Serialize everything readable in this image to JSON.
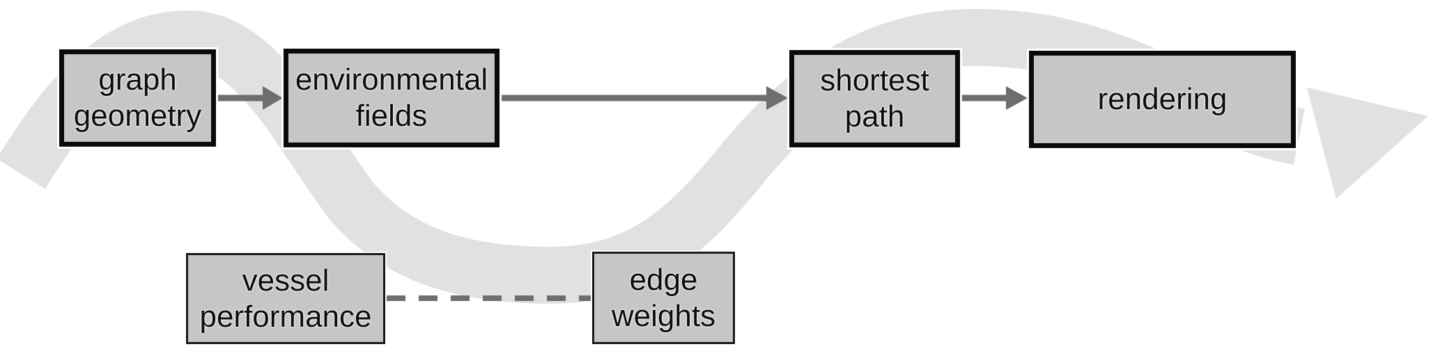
{
  "diagram": {
    "type": "flowchart",
    "nodes": [
      {
        "id": "graph-geometry",
        "label": "graph\ngeometry",
        "row": "main"
      },
      {
        "id": "environmental-fields",
        "label": "environmental\nfields",
        "row": "main"
      },
      {
        "id": "shortest-path",
        "label": "shortest\npath",
        "row": "main"
      },
      {
        "id": "rendering",
        "label": "rendering",
        "row": "main"
      },
      {
        "id": "vessel-performance",
        "label": "vessel\nperformance",
        "row": "secondary"
      },
      {
        "id": "edge-weights",
        "label": "edge\nweights",
        "row": "secondary"
      }
    ],
    "edges": [
      {
        "from": "graph-geometry",
        "to": "environmental-fields",
        "style": "solid-arrow"
      },
      {
        "from": "environmental-fields",
        "to": "shortest-path",
        "style": "solid-arrow"
      },
      {
        "from": "shortest-path",
        "to": "rendering",
        "style": "solid-arrow"
      },
      {
        "from": "vessel-performance",
        "to": "edge-weights",
        "style": "dashed-line"
      }
    ],
    "background_flow": {
      "shape": "wavy-ribbon-arrow",
      "direction": "left-to-right",
      "description": "large light gray sine-wave ribbon ending in an arrowhead at right"
    },
    "colors": {
      "node_fill": "#c6c6c6",
      "main_node_border": "#0a0a0a",
      "secondary_node_border": "#1a1a1a",
      "connector": "#6e6e6e",
      "flow_ribbon": "#e1e1e1",
      "text": "#0d0d0d",
      "background": "#ffffff"
    }
  }
}
